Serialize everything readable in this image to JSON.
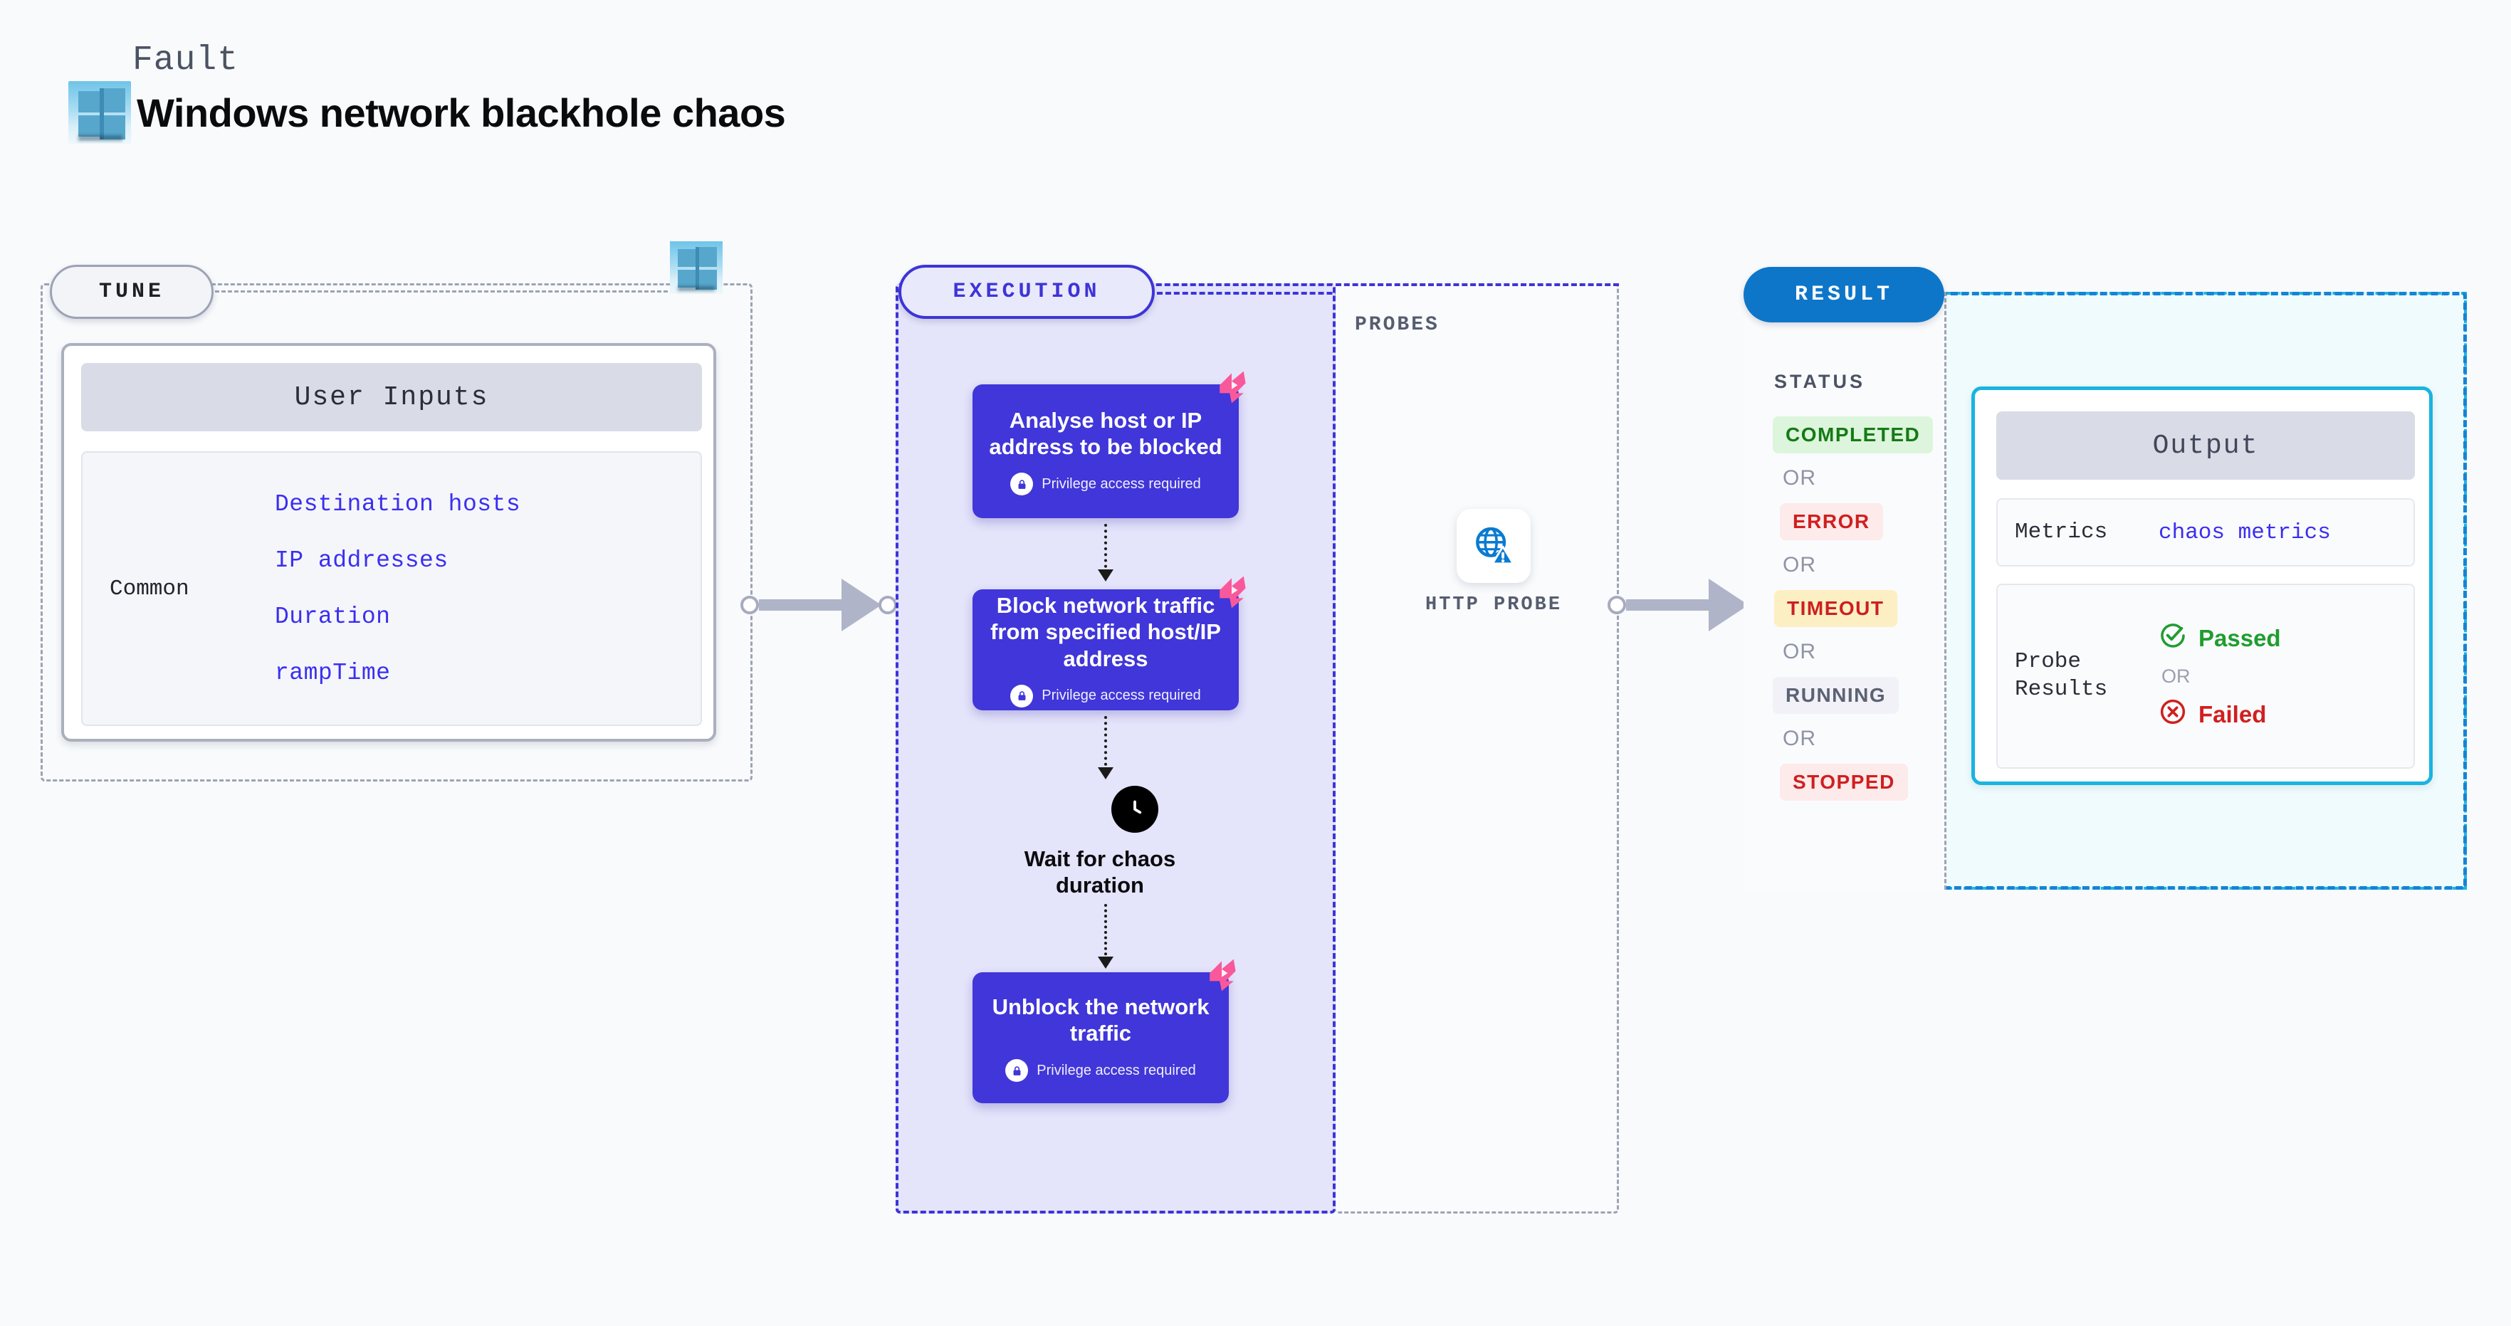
{
  "header": {
    "kicker": "Fault",
    "title": "Windows network blackhole chaos",
    "logo_icon": "windows-logo-icon"
  },
  "tune": {
    "pill_label": "TUNE",
    "card_title": "User Inputs",
    "group_label": "Common",
    "inputs": [
      "Destination hosts",
      "IP addresses",
      "Duration",
      "rampTime"
    ],
    "logo_icon": "windows-logo-icon"
  },
  "execution": {
    "pill_label": "EXECUTION",
    "steps": [
      {
        "text": "Analyse host or IP address to be blocked",
        "privilege_note": "Privilege access required",
        "lock_icon": "lock-icon",
        "badge_icon": "litmus-bird-icon"
      },
      {
        "text": "Block network traffic from specified host/IP address",
        "privilege_note": "Privilege access required",
        "lock_icon": "lock-icon",
        "badge_icon": "litmus-bird-icon"
      }
    ],
    "wait_node": {
      "label": "Wait for chaos duration",
      "icon": "clock-icon"
    },
    "final_step": {
      "text": "Unblock the network traffic",
      "privilege_note": "Privilege access required",
      "lock_icon": "lock-icon",
      "badge_icon": "litmus-bird-icon"
    }
  },
  "probes": {
    "section_label": "PROBES",
    "items": [
      {
        "caption": "HTTP PROBE",
        "icon": "globe-warning-icon"
      }
    ]
  },
  "result": {
    "pill_label": "RESULT",
    "status_label": "STATUS",
    "or_label": "OR",
    "statuses": [
      {
        "label": "COMPLETED",
        "bg": "#dcf5dc",
        "fg": "#157a15"
      },
      {
        "label": "ERROR",
        "bg": "#fdeaea",
        "fg": "#d01f1f"
      },
      {
        "label": "TIMEOUT",
        "bg": "#fdefc4",
        "fg": "#cc2020"
      },
      {
        "label": "RUNNING",
        "bg": "#f1f1f7",
        "fg": "#5b6274"
      },
      {
        "label": "STOPPED",
        "bg": "#fdeaea",
        "fg": "#d01f1f"
      }
    ],
    "output": {
      "title": "Output",
      "metrics_key": "Metrics",
      "metrics_value": "chaos metrics",
      "probe_results_key": "Probe Results",
      "or_label": "OR",
      "passed_label": "Passed",
      "failed_label": "Failed",
      "passed_icon": "check-circle-icon",
      "failed_icon": "x-circle-icon"
    }
  },
  "colors": {
    "background": "#f8fafc",
    "execution_accent": "#3d34d8",
    "execution_fill": "#e4e4fb",
    "result_accent": "#0d76c9",
    "output_accent": "#19b4e0",
    "step_box": "#4036d9",
    "badge_pink": "#f9599a",
    "input_text": "#3b2ff0",
    "neutral_dash": "#9ca3b4"
  }
}
